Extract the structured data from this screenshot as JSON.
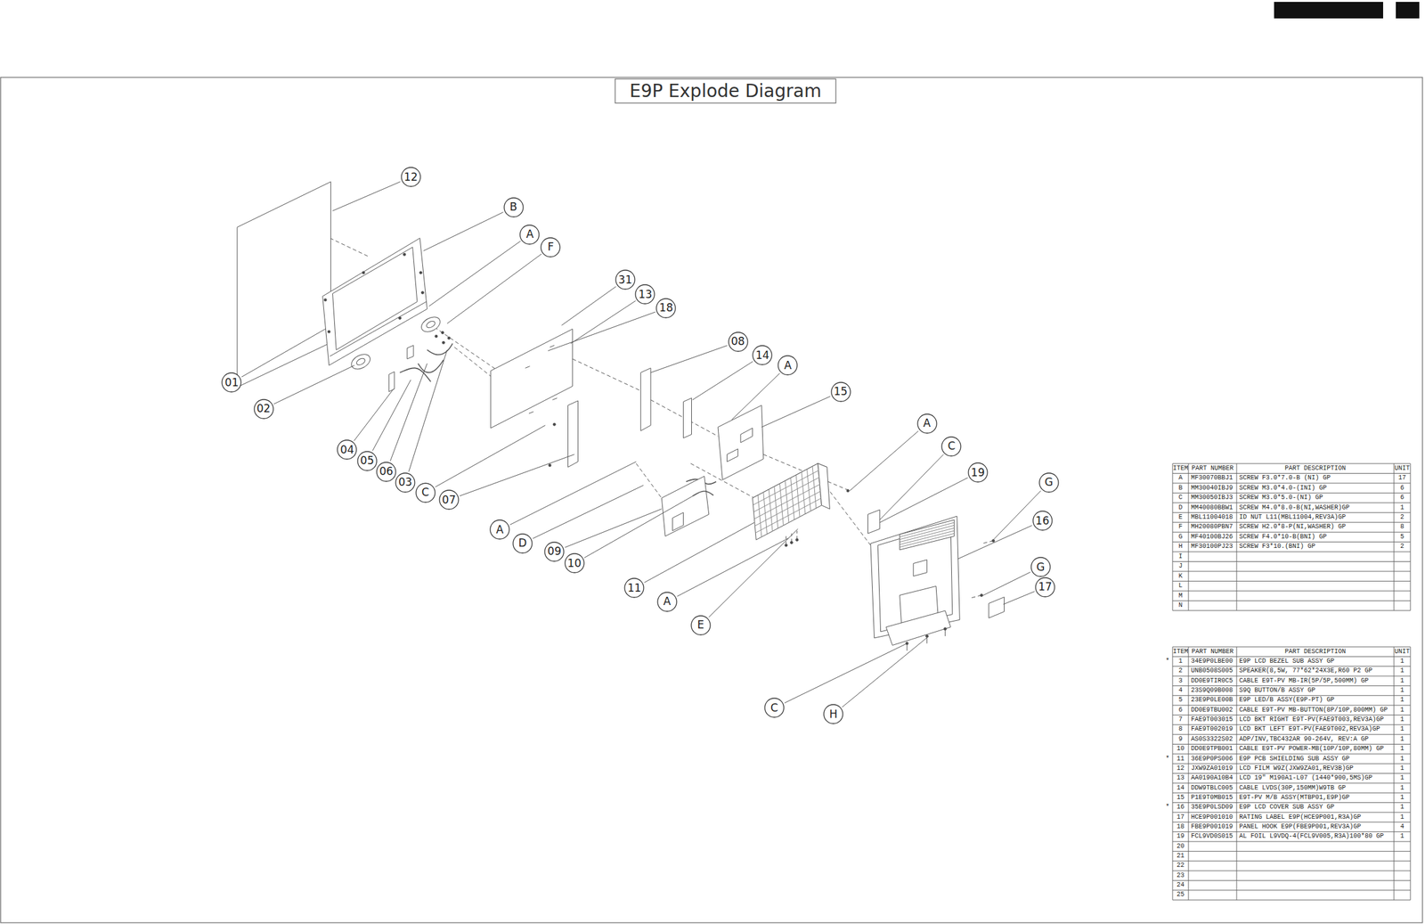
{
  "diagram": {
    "title": "E9P Explode Diagram",
    "nodes": [
      {
        "text": [
          "12"
        ]
      },
      {
        "text": [
          "B"
        ]
      },
      {
        "text": [
          "A"
        ]
      },
      {
        "text": [
          "F"
        ]
      },
      {
        "text": [
          "31"
        ]
      },
      {
        "text": [
          "13"
        ]
      },
      {
        "text": [
          "18"
        ]
      },
      {
        "text": [
          "08"
        ]
      },
      {
        "text": [
          "14"
        ]
      },
      {
        "text": [
          "A"
        ]
      },
      {
        "text": [
          "01"
        ]
      },
      {
        "text": [
          "15"
        ]
      },
      {
        "text": [
          "02"
        ]
      },
      {
        "text": [
          "A"
        ]
      },
      {
        "text": [
          "C"
        ]
      },
      {
        "text": [
          "04"
        ]
      },
      {
        "text": [
          "05"
        ]
      },
      {
        "text": [
          "19"
        ]
      },
      {
        "text": [
          "06"
        ]
      },
      {
        "text": [
          "03"
        ]
      },
      {
        "text": [
          "G"
        ]
      },
      {
        "text": [
          "C"
        ]
      },
      {
        "text": [
          "07"
        ]
      },
      {
        "text": [
          "16"
        ]
      },
      {
        "text": [
          "A"
        ]
      },
      {
        "text": [
          "D"
        ]
      },
      {
        "text": [
          "09"
        ]
      },
      {
        "text": [
          "10"
        ]
      },
      {
        "text": [
          "G"
        ]
      },
      {
        "text": [
          "17"
        ]
      },
      {
        "text": [
          "11"
        ]
      },
      {
        "text": [
          "A"
        ]
      },
      {
        "text": [
          "E"
        ]
      },
      {
        "text": [
          "C"
        ]
      },
      {
        "text": [
          "H"
        ]
      }
    ],
    "labels": [
      "ITEM",
      "PART NUMBER",
      "PART DESCRIPTION",
      "UNIT",
      "A",
      "MF30070BBJ1",
      "SCREW F3.0*7.0-B (NI) GP",
      "17",
      "B",
      "MM30040IBJ9",
      "SCREW M3.0*4.0-(INI) GP",
      "6",
      "C",
      "MM30050IBJ3",
      "SCREW M3.0*5.0-(NI) GP",
      "6",
      "D",
      "MM40080BBW1",
      "SCREW M4.0*8.0-B(NI,WASHER)GP",
      "1",
      "E",
      "MBL11004018",
      "ID NUT L11(MBL11004,REV3A)GP",
      "2",
      "F",
      "MH20080PBN7",
      "SCREW H2.0*8-P(NI,WASHER) GP",
      "8",
      "G",
      "MF40100BJ26",
      "SCREW F4.0*10-B(BNI) GP",
      "5",
      "H",
      "MF30100PJ23",
      "SCREW F3*10.(BNI) GP",
      "2",
      "I",
      "J",
      "K",
      "L",
      "M",
      "N",
      "ITEM",
      "PART NUMBER",
      "PART DESCRIPTION",
      "UNIT",
      "*",
      "1",
      "34E9P0LBE00",
      "E9P LCD BEZEL SUB ASSY GP",
      "1",
      "2",
      "UNB0508S005",
      "SPEAKER(8,5W, 77*62*24X3E,R60 P2 GP",
      "1",
      "3",
      "DD0E9TIR0C5",
      "CABLE E9T-PV MB-IR(5P/5P,500MM) GP",
      "1",
      "4",
      "23S9Q09B008",
      "S9Q BUTTON/B ASSY GP",
      "1",
      "5",
      "23E9P0LE00B",
      "E9P LED/B ASSY(E9P-PT) GP",
      "1",
      "6",
      "DD0E9TBU002",
      "CABLE E9T-PV MB-BUTTON(8P/10P,800MM) GP",
      "1",
      "7",
      "FAE9T003015",
      "LCD BKT RIGHT E9T-PV(FAE9T003,REV3A)GP",
      "1",
      "8",
      "FAE9T002019",
      "LCD BKT LEFT E9T-PV(FAE9T002,REV3A)GP",
      "1",
      "9",
      "AS0S3322S02",
      "ADP/INV,TBC432AR 90-264V, REV:A GP",
      "1",
      "10",
      "DD0E9TPB001",
      "CABLE E9T-PV POWER-MB(10P/10P,80MM) GP",
      "1",
      "*",
      "11",
      "36E9P0PS006",
      "E9P PCB SHIELDING SUB ASSY GP",
      "1",
      "12",
      "JXW9ZA01019",
      "LCD FILM W9Z(JXW9ZA01,REV3B)GP",
      "1",
      "13",
      "AA0190A10B4",
      "LCD 19\" M190A1-L07 (1440*900,5MS)GP",
      "1",
      "14",
      "DDW9TBLC005",
      "CABLE LVDS(30P,150MM)W9TB GP",
      "1",
      "15",
      "P1E9T0MB015",
      "E9T-PV M/B ASSY(MTBP01,E9P)GP",
      "1",
      "*",
      "16",
      "35E9P0LSD09",
      "E9P LCD COVER SUB ASSY GP",
      "1",
      "17",
      "HCE9P001010",
      "RATING LABEL E9P(HCE9P001,R3A)GP",
      "1",
      "18",
      "FBE9P001019",
      "PANEL HOOK E9P(FBE9P001,REV3A)GP",
      "4",
      "19",
      "FCL9VD0S015",
      "AL FOIL L9VDQ-4(FCL9V005,R3A)100*80 GP",
      "1",
      "20",
      "21",
      "22",
      "23",
      "24",
      "25"
    ]
  }
}
